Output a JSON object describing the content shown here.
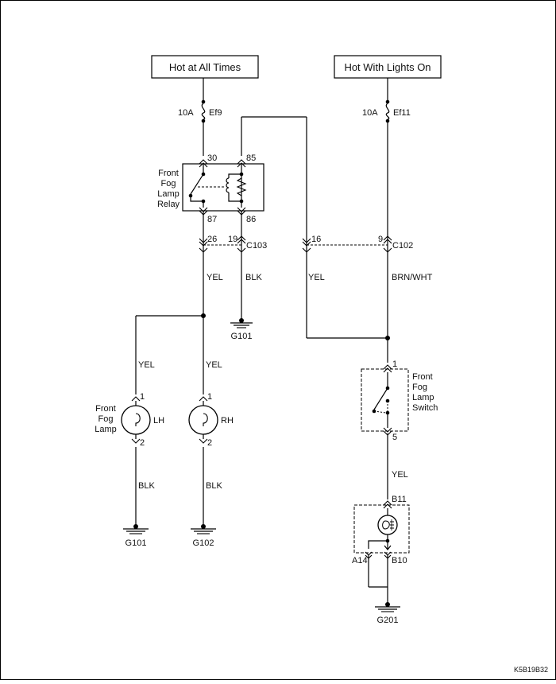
{
  "sources": {
    "left": "Hot at All Times",
    "right": "Hot With Lights On"
  },
  "fuses": {
    "left": {
      "rating": "10A",
      "name": "Ef9"
    },
    "right": {
      "rating": "10A",
      "name": "Ef11"
    }
  },
  "relay": {
    "label": [
      "Front",
      "Fog",
      "Lamp",
      "Relay"
    ],
    "pins": {
      "p30": "30",
      "p85": "85",
      "p87": "87",
      "p86": "86"
    }
  },
  "connectors": {
    "c103": {
      "name": "C103",
      "pin_a": "26",
      "pin_b": "19"
    },
    "c102": {
      "name": "C102",
      "pin_a": "16",
      "pin_b": "9"
    }
  },
  "wires": {
    "yel": "YEL",
    "blk": "BLK",
    "brnwht": "BRN/WHT"
  },
  "grounds": {
    "g101": "G101",
    "g102": "G102",
    "g201": "G201"
  },
  "lamps": {
    "label": [
      "Front",
      "Fog",
      "Lamp"
    ],
    "lh": {
      "side": "LH",
      "pin1": "1",
      "pin2": "2"
    },
    "rh": {
      "side": "RH",
      "pin1": "1",
      "pin2": "2"
    }
  },
  "switch": {
    "label": [
      "Front",
      "Fog",
      "Lamp",
      "Switch"
    ],
    "pin1": "1",
    "pin5": "5"
  },
  "indicator": {
    "b11": "B11",
    "a14": "A14",
    "b10": "B10"
  },
  "figure_id": "K5B19B32"
}
